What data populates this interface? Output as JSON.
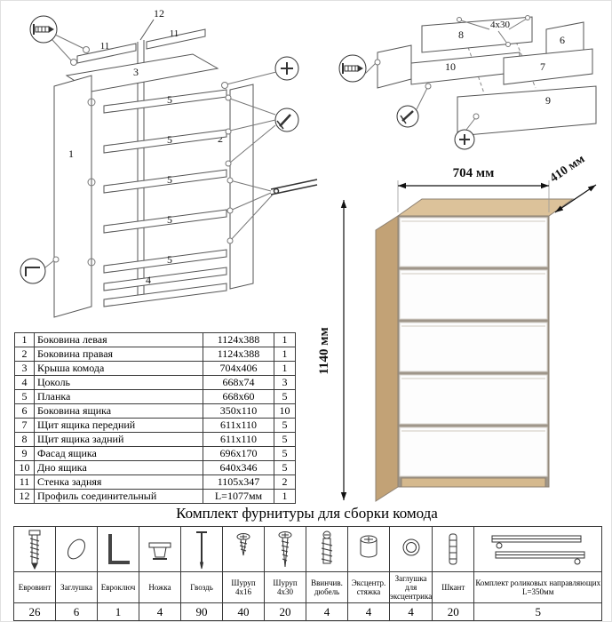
{
  "colors": {
    "wood": "#d5b98e",
    "wood_dark": "#c2a276",
    "wood_top": "#dcc29a",
    "drawer_front": "#fdfdfd",
    "carcass_gap": "#9f968a",
    "outline": "#8d8173"
  },
  "dimensions": {
    "width": "704 мм",
    "depth": "410 мм",
    "height": "1140 мм"
  },
  "diagram_left": {
    "labels": {
      "p1": "1",
      "p2": "2",
      "p3": "3",
      "p4": "4",
      "p5": "5",
      "p11": "11",
      "p12": "12"
    }
  },
  "diagram_right": {
    "labels": {
      "p6": "6",
      "p7": "7",
      "p8": "8",
      "p9": "9",
      "p10": "10",
      "screw_note": "4х30"
    }
  },
  "parts_table": {
    "rows": [
      {
        "num": "1",
        "name": "Боковина левая",
        "size": "1124x388",
        "qty": "1"
      },
      {
        "num": "2",
        "name": "Боковина правая",
        "size": "1124x388",
        "qty": "1"
      },
      {
        "num": "3",
        "name": "Крыша комода",
        "size": "704x406",
        "qty": "1"
      },
      {
        "num": "4",
        "name": "Цоколь",
        "size": "668x74",
        "qty": "3"
      },
      {
        "num": "5",
        "name": "Планка",
        "size": "668x60",
        "qty": "5"
      },
      {
        "num": "6",
        "name": "Боковина ящика",
        "size": "350x110",
        "qty": "10"
      },
      {
        "num": "7",
        "name": "Щит ящика передний",
        "size": "611x110",
        "qty": "5"
      },
      {
        "num": "8",
        "name": "Щит ящика задний",
        "size": "611x110",
        "qty": "5"
      },
      {
        "num": "9",
        "name": "Фасад ящика",
        "size": "696x170",
        "qty": "5"
      },
      {
        "num": "10",
        "name": "Дно ящика",
        "size": "640x346",
        "qty": "5"
      },
      {
        "num": "11",
        "name": "Стенка задняя",
        "size": "1105x347",
        "qty": "2"
      },
      {
        "num": "12",
        "name": "Профиль соединительный",
        "size": "L=1077мм",
        "qty": "1"
      }
    ]
  },
  "hardware": {
    "title": "Комплект фурнитуры для сборки комода",
    "items": [
      {
        "name": "Евровинт",
        "qty": "26",
        "icon": "euroscrew-icon"
      },
      {
        "name": "Заглушка",
        "qty": "6",
        "icon": "cap-icon"
      },
      {
        "name": "Евроключ",
        "qty": "1",
        "icon": "hexkey-icon"
      },
      {
        "name": "Ножка",
        "qty": "4",
        "icon": "foot-icon"
      },
      {
        "name": "Гвоздь",
        "qty": "90",
        "icon": "nail-icon"
      },
      {
        "name": "Шуруп 4х16",
        "qty": "40",
        "icon": "screw-4x16-icon"
      },
      {
        "name": "Шуруп 4х30",
        "qty": "20",
        "icon": "screw-4x30-icon"
      },
      {
        "name": "Ввинчив. дюбель",
        "qty": "4",
        "icon": "screw-dowel-icon"
      },
      {
        "name": "Эксцентр. стяжка",
        "qty": "4",
        "icon": "cam-lock-icon"
      },
      {
        "name": "Заглушка для эксцентрика",
        "qty": "4",
        "icon": "cam-cap-icon"
      },
      {
        "name": "Шкант",
        "qty": "20",
        "icon": "dowel-icon"
      },
      {
        "name": "Комплект роликовых направляющих L=350мм",
        "qty": "5",
        "icon": "drawer-slides-icon"
      }
    ]
  }
}
